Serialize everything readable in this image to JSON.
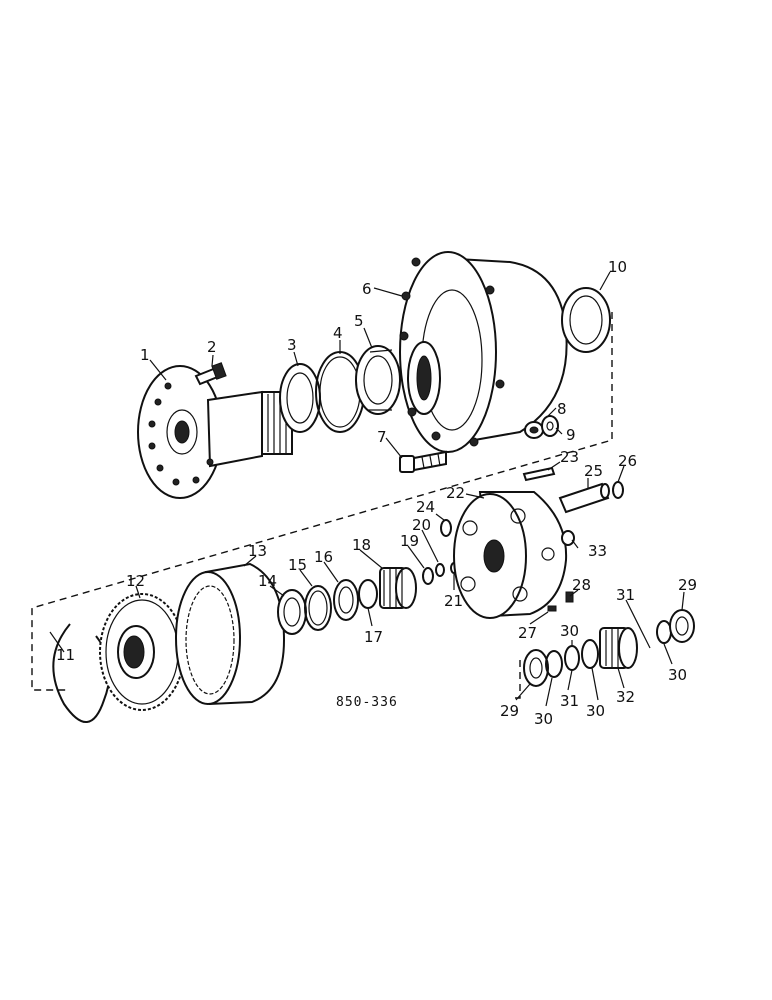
{
  "diagram": {
    "reference_code": "850-336",
    "callouts": [
      {
        "id": "c1",
        "label": "1"
      },
      {
        "id": "c2",
        "label": "2"
      },
      {
        "id": "c3",
        "label": "3"
      },
      {
        "id": "c4",
        "label": "4"
      },
      {
        "id": "c5",
        "label": "5"
      },
      {
        "id": "c6",
        "label": "6"
      },
      {
        "id": "c7",
        "label": "7"
      },
      {
        "id": "c8",
        "label": "8"
      },
      {
        "id": "c9",
        "label": "9"
      },
      {
        "id": "c10",
        "label": "10"
      },
      {
        "id": "c11",
        "label": "11"
      },
      {
        "id": "c12",
        "label": "12"
      },
      {
        "id": "c13",
        "label": "13"
      },
      {
        "id": "c14",
        "label": "14"
      },
      {
        "id": "c15",
        "label": "15"
      },
      {
        "id": "c16",
        "label": "16"
      },
      {
        "id": "c17",
        "label": "17"
      },
      {
        "id": "c18",
        "label": "18"
      },
      {
        "id": "c19",
        "label": "19"
      },
      {
        "id": "c20",
        "label": "20"
      },
      {
        "id": "c21",
        "label": "21"
      },
      {
        "id": "c22",
        "label": "22"
      },
      {
        "id": "c23",
        "label": "23"
      },
      {
        "id": "c24",
        "label": "24"
      },
      {
        "id": "c25",
        "label": "25"
      },
      {
        "id": "c26",
        "label": "26"
      },
      {
        "id": "c27",
        "label": "27"
      },
      {
        "id": "c28",
        "label": "28"
      },
      {
        "id": "c29a",
        "label": "29"
      },
      {
        "id": "c29b",
        "label": "29"
      },
      {
        "id": "c30a",
        "label": "30"
      },
      {
        "id": "c30b",
        "label": "30"
      },
      {
        "id": "c30c",
        "label": "30"
      },
      {
        "id": "c30d",
        "label": "30"
      },
      {
        "id": "c31a",
        "label": "31"
      },
      {
        "id": "c31b",
        "label": "31"
      },
      {
        "id": "c32",
        "label": "32"
      },
      {
        "id": "c33",
        "label": "33"
      }
    ]
  }
}
